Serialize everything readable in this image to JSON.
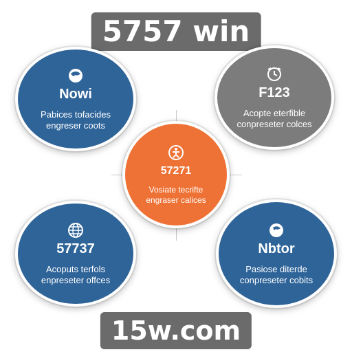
{
  "banner_top": "5757 win",
  "banner_bottom": "15w.com",
  "colors": {
    "blue": "#2f6499",
    "gray": "#7c7c7c",
    "orange": "#ee7236",
    "banner": "#6b6b6b"
  },
  "nodes": [
    {
      "title": "Nowi",
      "line1": "Pabices tofacides",
      "line2": "engreser coots",
      "icon": "globe-icon"
    },
    {
      "title": "F123",
      "line1": "Acopte eterfible",
      "line2": "conpreseter colces",
      "icon": "clock-icon"
    },
    {
      "title": "57271",
      "line1": "Vosiate tecrifte",
      "line2": "engraser calices",
      "icon": "person-icon"
    },
    {
      "title": "57737",
      "line1": "Acoputs terfols",
      "line2": "enpreseter offces",
      "icon": "globe-grid-icon"
    },
    {
      "title": "Nbtor",
      "line1": "Pasiose diterde",
      "line2": "conpreseter cobits",
      "icon": "globe-icon"
    }
  ]
}
